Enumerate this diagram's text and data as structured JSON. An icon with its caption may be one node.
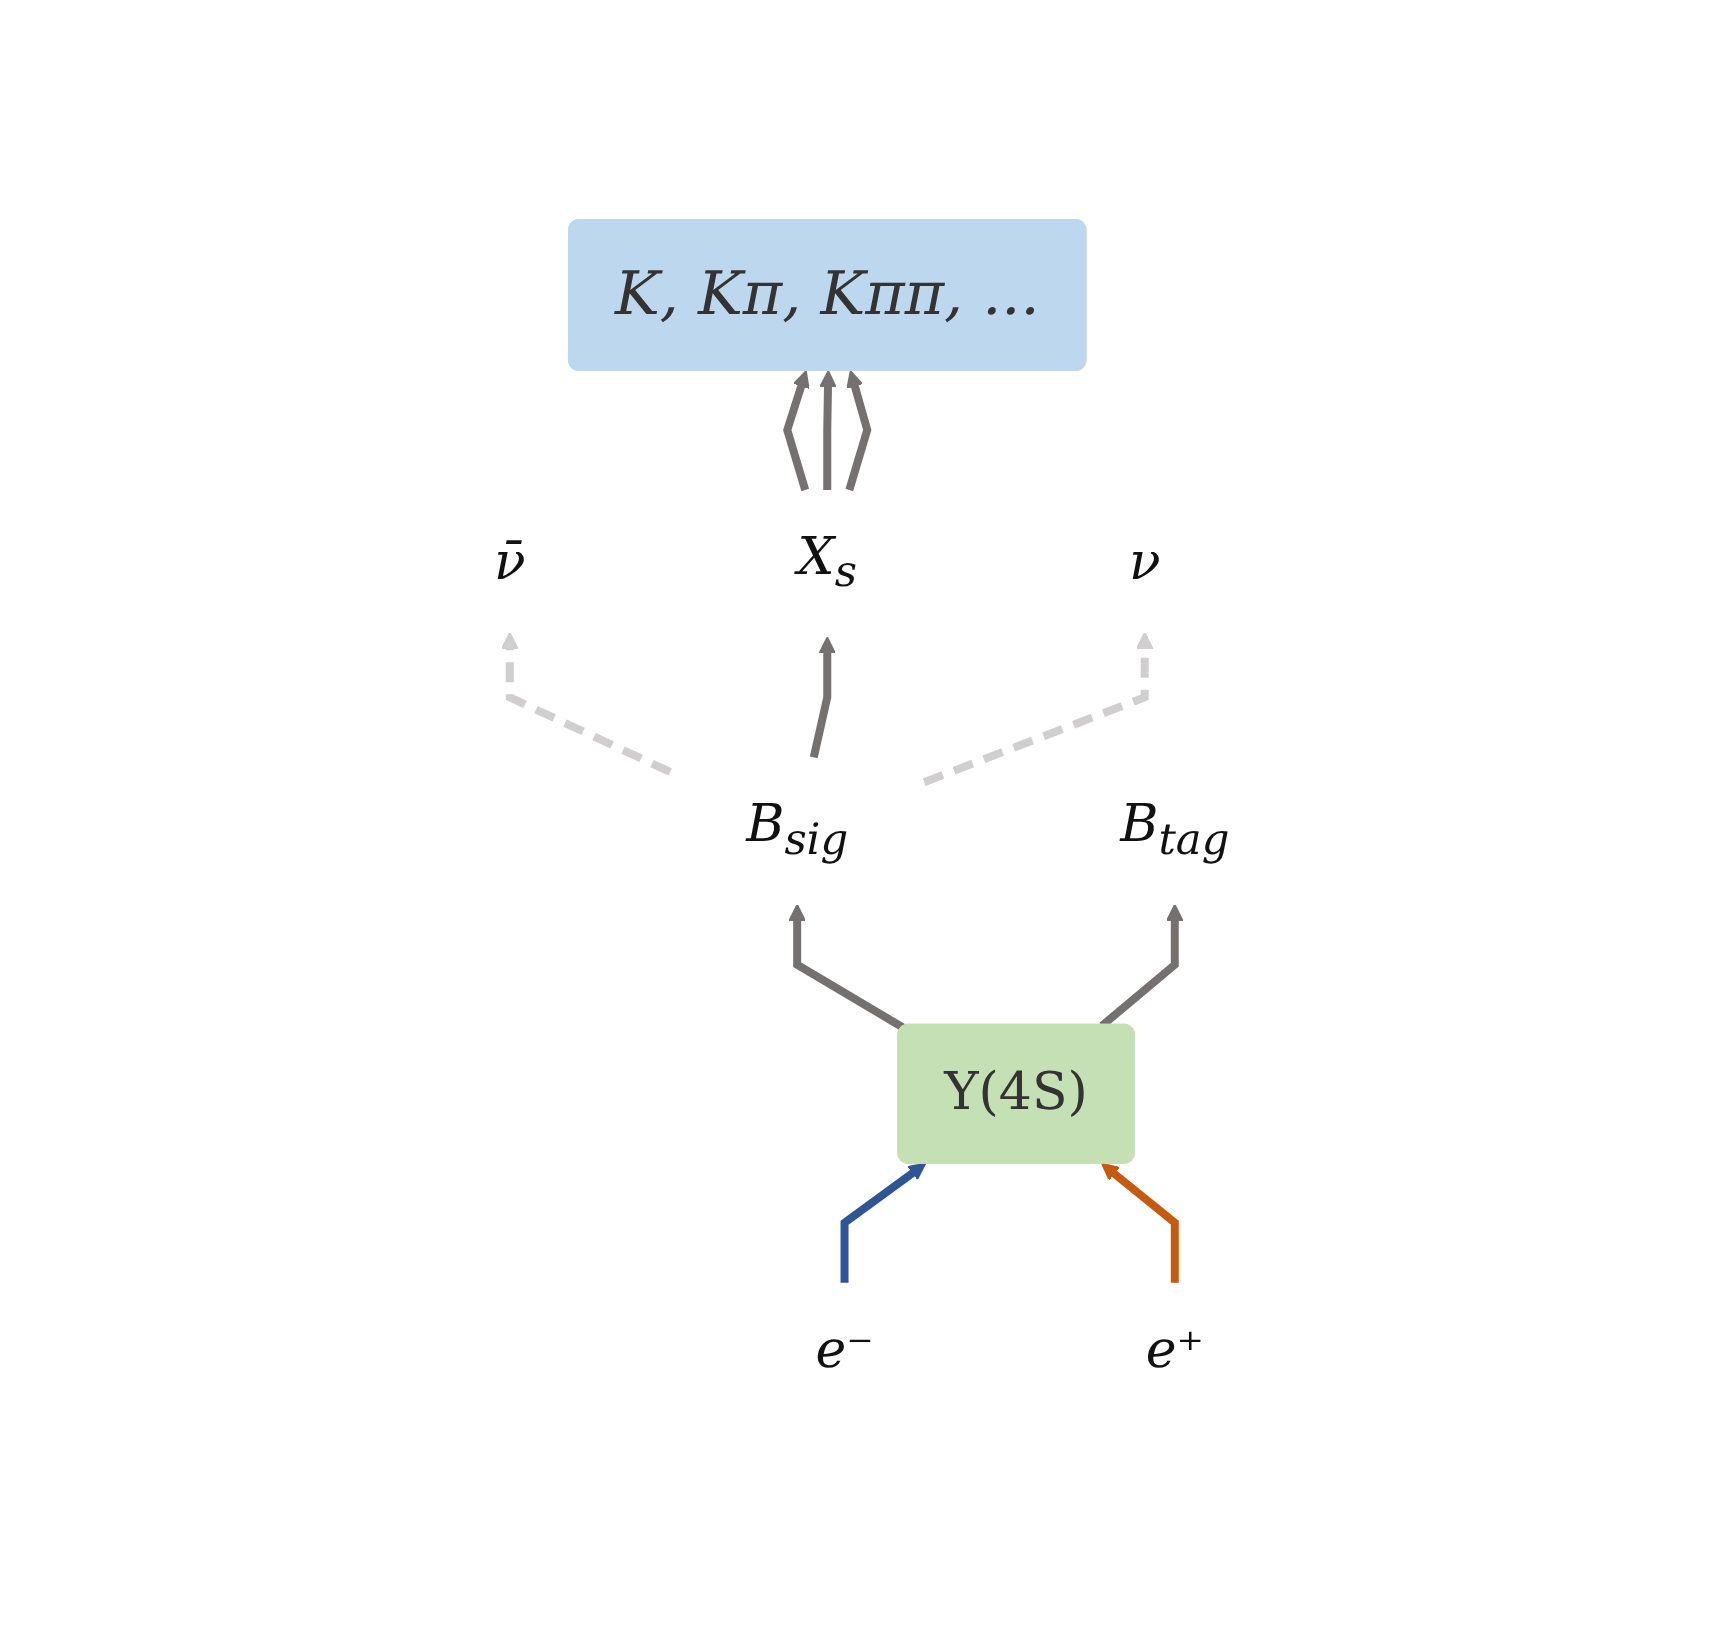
{
  "diagram": {
    "nodes": [
      {
        "text": [
          "K, Kπ, Kππ, ..."
        ]
      },
      {
        "text": [
          "ν̄"
        ]
      },
      {
        "text": [
          "X$_{s}$"
        ]
      },
      {
        "text": [
          "ν"
        ]
      },
      {
        "text": [
          "B$_{sig}$"
        ]
      },
      {
        "text": [
          "e⁻"
        ]
      },
      {
        "text": [
          "Υ(4S)"
        ]
      },
      {
        "text": [
          "e⁺"
        ]
      },
      {
        "text": [
          "B$_{tag}$"
        ]
      }
    ],
    "edges": [
      {
        "from": 5,
        "to": 6,
        "arrow": "to",
        "color": "#2f5597"
      },
      {
        "from": 7,
        "to": 6,
        "arrow": "to",
        "color": "#c55a11"
      },
      {
        "from": 6,
        "to": 4,
        "arrow": "to"
      },
      {
        "from": 6,
        "to": 8,
        "arrow": "to"
      },
      {
        "from": 4,
        "to": 3,
        "arrow": "to",
        "style": "dashed",
        "color": "#d0cece"
      },
      {
        "from": 4,
        "to": 1,
        "arrow": "to",
        "style": "dashed",
        "color": "#d0cece"
      },
      {
        "from": 4,
        "to": 2,
        "arrow": "to"
      },
      {
        "from": 2,
        "to": 0,
        "arrow": "to"
      },
      {
        "from": 2,
        "to": 0,
        "arrow": "to"
      },
      {
        "from": 2,
        "to": 0,
        "arrow": "to"
      }
    ]
  }
}
